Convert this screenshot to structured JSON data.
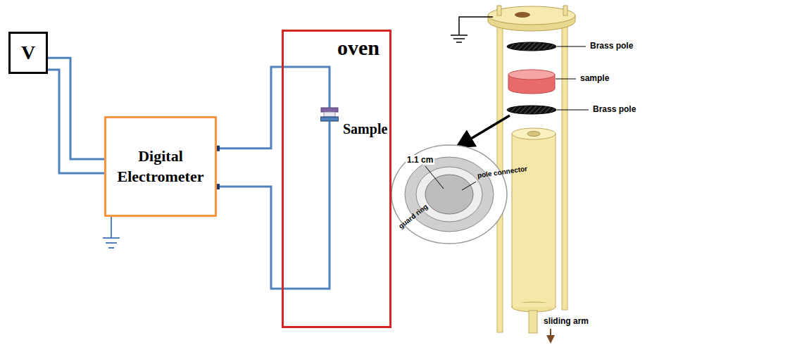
{
  "diagram": {
    "nodes": [
      {
        "text": [
          "V"
        ]
      },
      {
        "text": [
          "Digital Electrometer"
        ]
      },
      {
        "text": [
          "oven"
        ]
      },
      {
        "text": [
          "Sample"
        ],
        "in": 2
      }
    ],
    "edges": [
      {
        "from": 0,
        "to": 1,
        "arrow": "none"
      },
      {
        "from": 0,
        "to": 1,
        "arrow": "none"
      },
      {
        "from": 1,
        "to": 3,
        "arrow": "none"
      },
      {
        "from": 1,
        "to": 3,
        "arrow": "none"
      }
    ],
    "labels": [
      "Brass pole",
      "sample",
      "Brass pole",
      "1.1 cm",
      "pole connector",
      "guard ring",
      "sliding arm"
    ]
  }
}
